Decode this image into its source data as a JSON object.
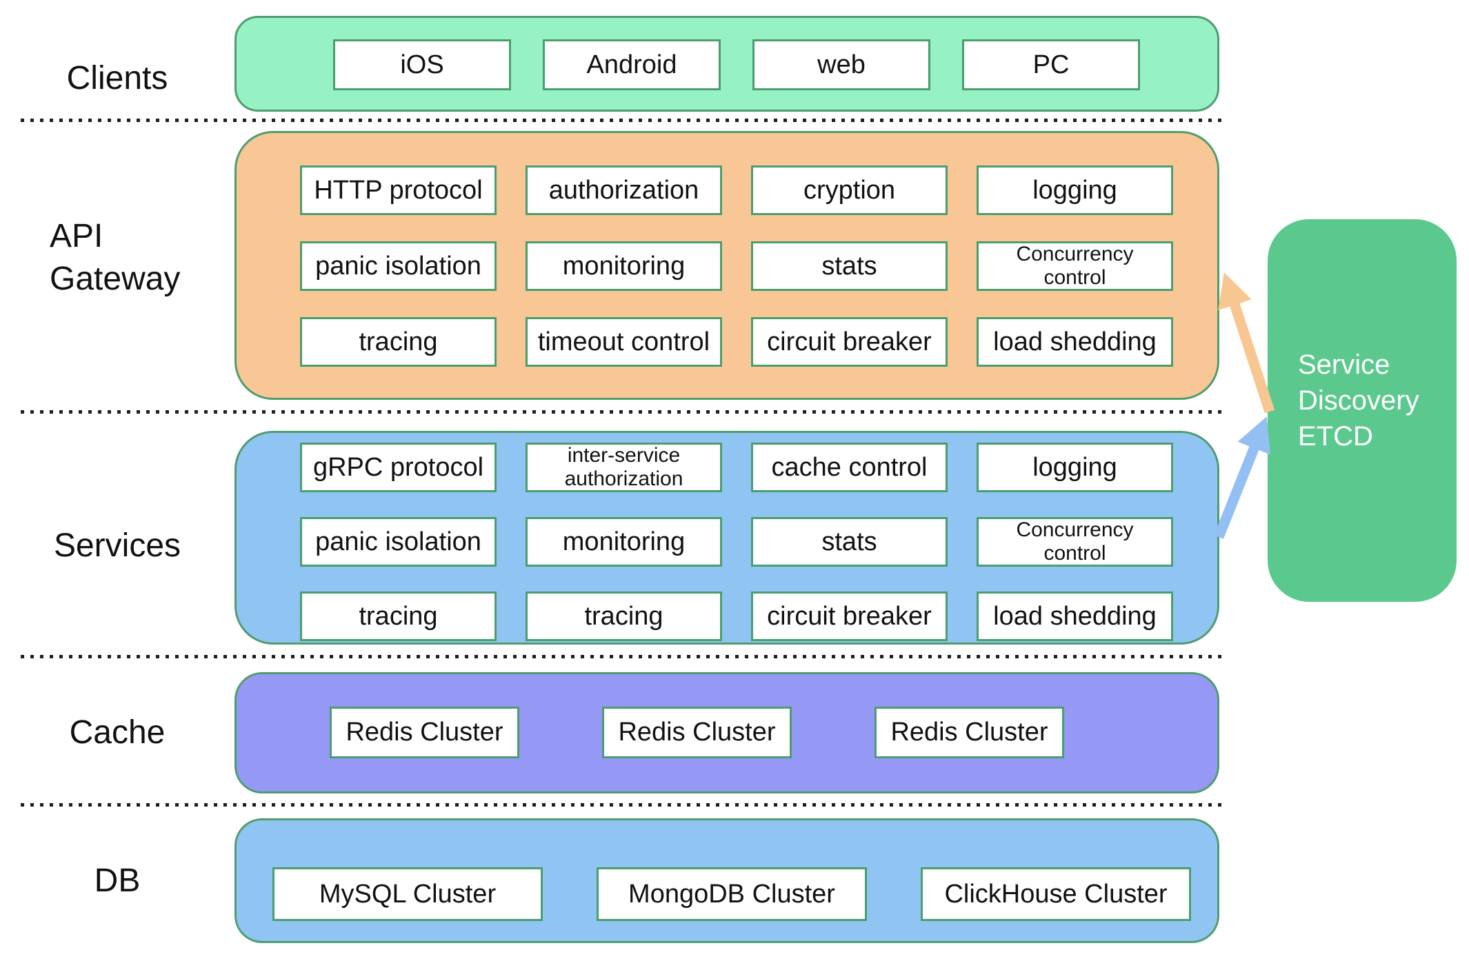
{
  "sidebar": {
    "items": [
      {
        "label": "Clients"
      },
      {
        "label": "API Gateway",
        "lines": [
          "API",
          "Gateway"
        ]
      },
      {
        "label": "Services"
      },
      {
        "label": "Cache"
      },
      {
        "label": "DB"
      }
    ]
  },
  "clients": {
    "boxes": [
      "iOS",
      "Android",
      "web",
      "PC"
    ]
  },
  "api_gateway": {
    "rows": [
      [
        "HTTP protocol",
        "authorization",
        "cryption",
        "logging"
      ],
      [
        "panic isolation",
        "monitoring",
        "stats",
        "Concurrency control"
      ],
      [
        "tracing",
        "timeout control",
        "circuit breaker",
        "load shedding"
      ]
    ]
  },
  "services": {
    "rows": [
      [
        "gRPC protocol",
        "inter-service authorization",
        "cache control",
        "logging"
      ],
      [
        "panic isolation",
        "monitoring",
        "stats",
        "Concurrency control"
      ],
      [
        "tracing",
        "tracing",
        "circuit breaker",
        "load shedding"
      ]
    ]
  },
  "cache": {
    "boxes": [
      "Redis Cluster",
      "Redis Cluster",
      "Redis Cluster"
    ]
  },
  "db": {
    "boxes": [
      "MySQL Cluster",
      "MongoDB Cluster",
      "ClickHouse Cluster"
    ]
  },
  "service_discovery": {
    "label": "Service Discovery ETCD",
    "lines": [
      "Service",
      "Discovery",
      "ETCD"
    ]
  },
  "arrows": [
    {
      "name": "api-gateway-etcd",
      "color_key": "arrow_orange"
    },
    {
      "name": "services-etcd",
      "color_key": "arrow_blue"
    }
  ],
  "colors": {
    "clients_band": "#96f1c5",
    "api_band": "#f9c795",
    "services_band": "#90c5f3",
    "cache_band": "#9598f5",
    "db_band": "#90c5f3",
    "etcd_box": "#5bc98e",
    "band_border": "#4f9d6e",
    "box_border": "#4a9e6e",
    "arrow_orange": "#f8c690",
    "arrow_blue": "#93bff2",
    "dot_color": "#1f1f1f",
    "text_dark": "#111111",
    "text_light": "#ffffff"
  }
}
